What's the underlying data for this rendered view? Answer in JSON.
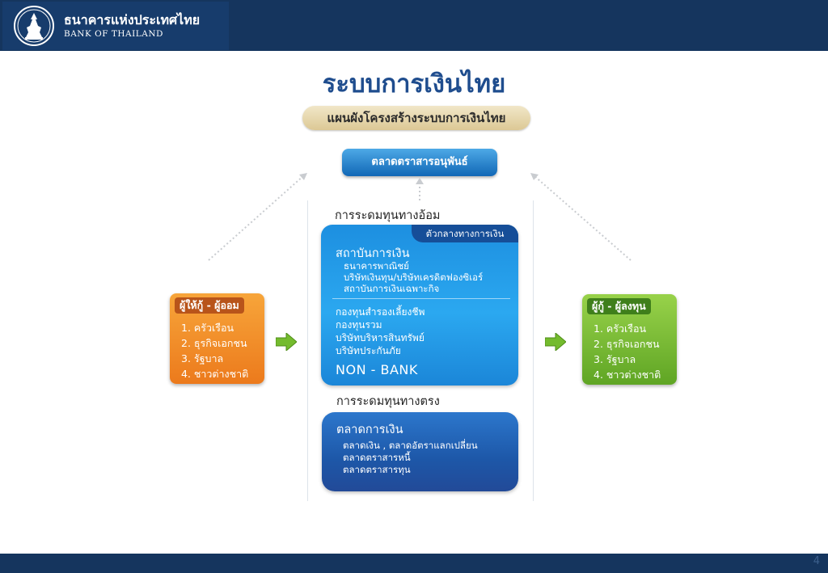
{
  "header": {
    "org_name_th": "ธนาคารแห่งประเทศไทย",
    "org_name_en": "BANK OF THAILAND"
  },
  "slide": {
    "title": "ระบบการเงินไทย",
    "page_number": "4"
  },
  "diagram": {
    "banner": "แผนผังโครงสร้างระบบการเงินไทย",
    "derivatives": "ตลาดตราสารอนุพันธ์",
    "indirect": {
      "heading": "การระดมทุนทางอ้อม",
      "intermediary_tab": "ตัวกลางทางการเงิน",
      "institutions": {
        "heading": "สถาบันการเงิน",
        "items": [
          "ธนาคารพาณิชย์",
          "บริษัทเงินทุน/บริษัทเครดิตฟองซิเอร์",
          "สถาบันการเงินเฉพาะกิจ"
        ]
      },
      "non_bank": {
        "items": [
          "กองทุนสำรองเลี้ยงชีพ",
          "กองทุนรวม",
          "บริษัทบริหารสินทรัพย์",
          "บริษัทประกันภัย"
        ],
        "label": "NON - BANK"
      }
    },
    "direct": {
      "heading": "การระดมทุนทางตรง",
      "market": {
        "heading": "ตลาดการเงิน",
        "items": [
          "ตลาดเงิน , ตลาดอัตราแลกเปลี่ยน",
          "ตลาดตราสารหนี้",
          "ตลาดตราสารทุน"
        ]
      }
    },
    "lenders": {
      "heading": "ผู้ให้กู้ - ผู้ออม",
      "items": [
        "1. ครัวเรือน",
        "2. ธุรกิจเอกชน",
        "3. รัฐบาล",
        "4. ชาวต่างชาติ"
      ],
      "color": "#f08a25"
    },
    "borrowers": {
      "heading": "ผู้กู้ - ผู้ลงทุน",
      "items": [
        "1. ครัวเรือน",
        "2. ธุรกิจเอกชน",
        "3. รัฐบาล",
        "4. ชาวต่างชาติ"
      ],
      "color": "#7cbd38"
    }
  },
  "colors": {
    "header_bar": "#15355e",
    "title": "#1f4d8e",
    "intermediary_box": "#2a9ee8",
    "market_box": "#2360b0"
  }
}
